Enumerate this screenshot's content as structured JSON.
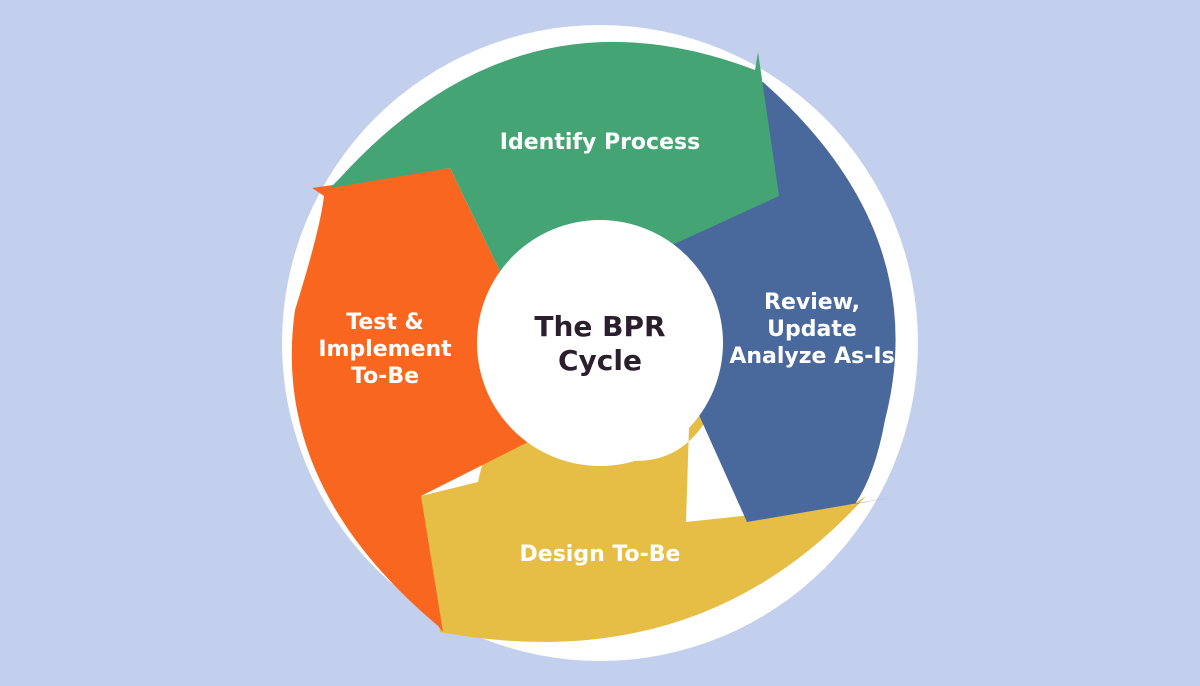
{
  "diagram": {
    "center_title": [
      "The BPR",
      "Cycle"
    ],
    "stages": [
      {
        "id": "identify",
        "lines": [
          "Identify Process"
        ],
        "color": "#45a474"
      },
      {
        "id": "review",
        "lines": [
          "Review,",
          "Update",
          "Analyze As-Is"
        ],
        "color": "#49699d"
      },
      {
        "id": "design",
        "lines": [
          "Design To-Be"
        ],
        "color": "#e6bd45"
      },
      {
        "id": "test",
        "lines": [
          "Test &",
          "Implement",
          "To-Be"
        ],
        "color": "#f96620"
      }
    ],
    "background_color": "#c2d0ed",
    "ring_color": "#ffffff"
  }
}
